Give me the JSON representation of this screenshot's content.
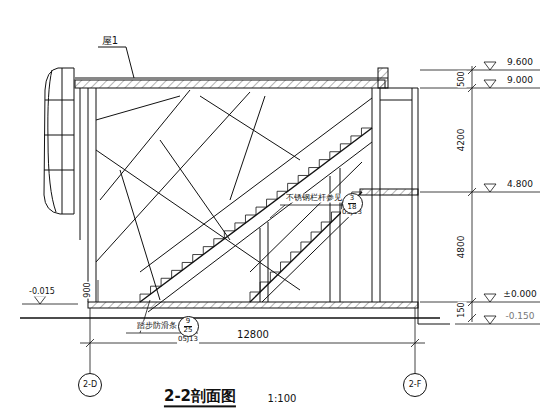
{
  "diagram": {
    "title": "2-2剖面图",
    "nodes": [
      {
        "text": [
          "3",
          "18"
        ]
      },
      {
        "text": [
          "9",
          "25"
        ]
      },
      {
        "text": [
          "2-D"
        ]
      },
      {
        "text": [
          "2-F"
        ]
      }
    ],
    "labels": [
      "屋1",
      "9.600",
      "9.000",
      "4.800",
      "±0.000",
      "-0.150",
      "500",
      "4200",
      "4800",
      "150",
      "-0.015",
      "900",
      "不锈钢栏杆参见",
      "05J13",
      "踏步防滑条",
      "05J13",
      "12800",
      "1:100"
    ]
  }
}
